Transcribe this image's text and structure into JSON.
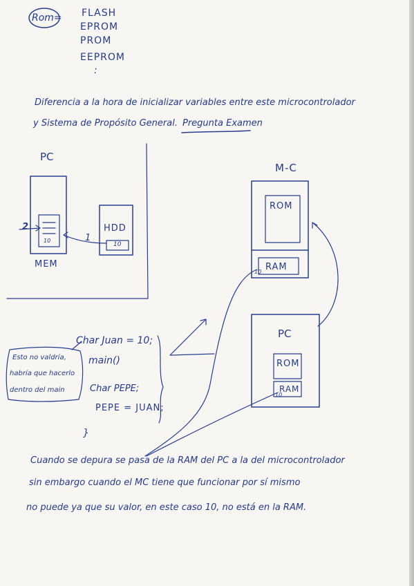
{
  "memory_types": {
    "label": "Rom=",
    "items": [
      "FLASH",
      "EPROM",
      "PROM",
      "EEPROM"
    ],
    "continuation": ":"
  },
  "question": {
    "line1": "Diferencia a la hora de inicializar variables entre este microcontrolador",
    "line2": "y Sistema de Propósito General.",
    "tag": "Pregunta Examen"
  },
  "pc_diagram": {
    "title": "PC",
    "mem_label": "MEM",
    "hdd_label": "HDD",
    "hdd_value": "10",
    "mem_value": "10",
    "arrow1": "1",
    "arrow2": "2"
  },
  "mc_diagram": {
    "title": "M-C",
    "rom_label": "ROM",
    "ram_label": "RAM",
    "ram_value": "10"
  },
  "pc_box": {
    "title": "PC",
    "rom_label": "ROM",
    "ram_label": "RAM",
    "ram_value": "10"
  },
  "code": {
    "line1": "Char Juan = 10;",
    "line2": "main()",
    "line3": "Char PEPE;",
    "line4": "PEPE = JUAN;",
    "brace_close": "}"
  },
  "side_note": {
    "line1": "Esto no valdría,",
    "line2": "habría que hacerlo",
    "line3": "dentro del main"
  },
  "conclusion": {
    "line1": "Cuando se depura se pasa de la RAM del PC a la del microcontrolador",
    "line2": "sin embargo cuando el MC tiene que funcionar por sí mismo",
    "line3": "no puede ya que su valor, en este caso 10, no está en la RAM."
  }
}
